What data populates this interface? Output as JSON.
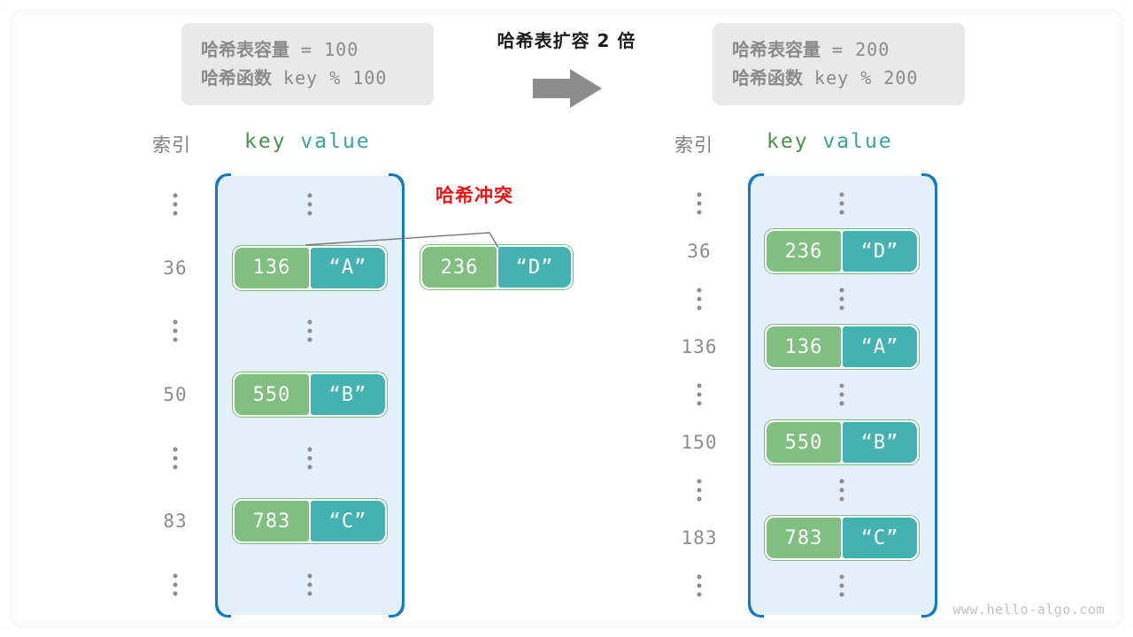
{
  "center": {
    "title": "哈希表扩容 2 倍",
    "arrow_icon": "right-arrow-icon"
  },
  "before": {
    "capacity_label": "哈希表容量",
    "capacity_expr": " = 100",
    "hashfn_label": "哈希函数",
    "hashfn_expr": " key % 100",
    "index_header": "索引",
    "key_header": "key",
    "value_header": "value",
    "rows": [
      {
        "index": "⋮",
        "type": "dots"
      },
      {
        "index": "36",
        "type": "pair",
        "key": "136",
        "value": "“A”"
      },
      {
        "index": "⋮",
        "type": "dots"
      },
      {
        "index": "50",
        "type": "pair",
        "key": "550",
        "value": "“B”"
      },
      {
        "index": "⋮",
        "type": "dots"
      },
      {
        "index": "83",
        "type": "pair",
        "key": "783",
        "value": "“C”"
      },
      {
        "index": "⋮",
        "type": "dots"
      }
    ]
  },
  "incoming": {
    "collision_label": "哈希冲突",
    "key": "236",
    "value": "“D”"
  },
  "after": {
    "capacity_label": "哈希表容量",
    "capacity_expr": " = 200",
    "hashfn_label": "哈希函数",
    "hashfn_expr": " key % 200",
    "index_header": "索引",
    "key_header": "key",
    "value_header": "value",
    "rows": [
      {
        "index": "⋮",
        "type": "dots"
      },
      {
        "index": "36",
        "type": "pair",
        "key": "236",
        "value": "“D”"
      },
      {
        "index": "⋮",
        "type": "dots"
      },
      {
        "index": "136",
        "type": "pair",
        "key": "136",
        "value": "“A”"
      },
      {
        "index": "⋮",
        "type": "dots"
      },
      {
        "index": "150",
        "type": "pair",
        "key": "550",
        "value": "“B”"
      },
      {
        "index": "⋮",
        "type": "dots"
      },
      {
        "index": "183",
        "type": "pair",
        "key": "783",
        "value": "“C”"
      },
      {
        "index": "⋮",
        "type": "dots"
      }
    ]
  },
  "watermark": "www.hello-algo.com",
  "colors": {
    "array_fill": "#e3f0fa",
    "array_border": "#1279c6",
    "key_cell": "#80bf80",
    "value_cell": "#44b2b0",
    "pair_border": "#7db87e",
    "collision_red": "#ef1313",
    "muted_text": "#8c8c8c",
    "infobox_bg": "#e9e9e9"
  }
}
